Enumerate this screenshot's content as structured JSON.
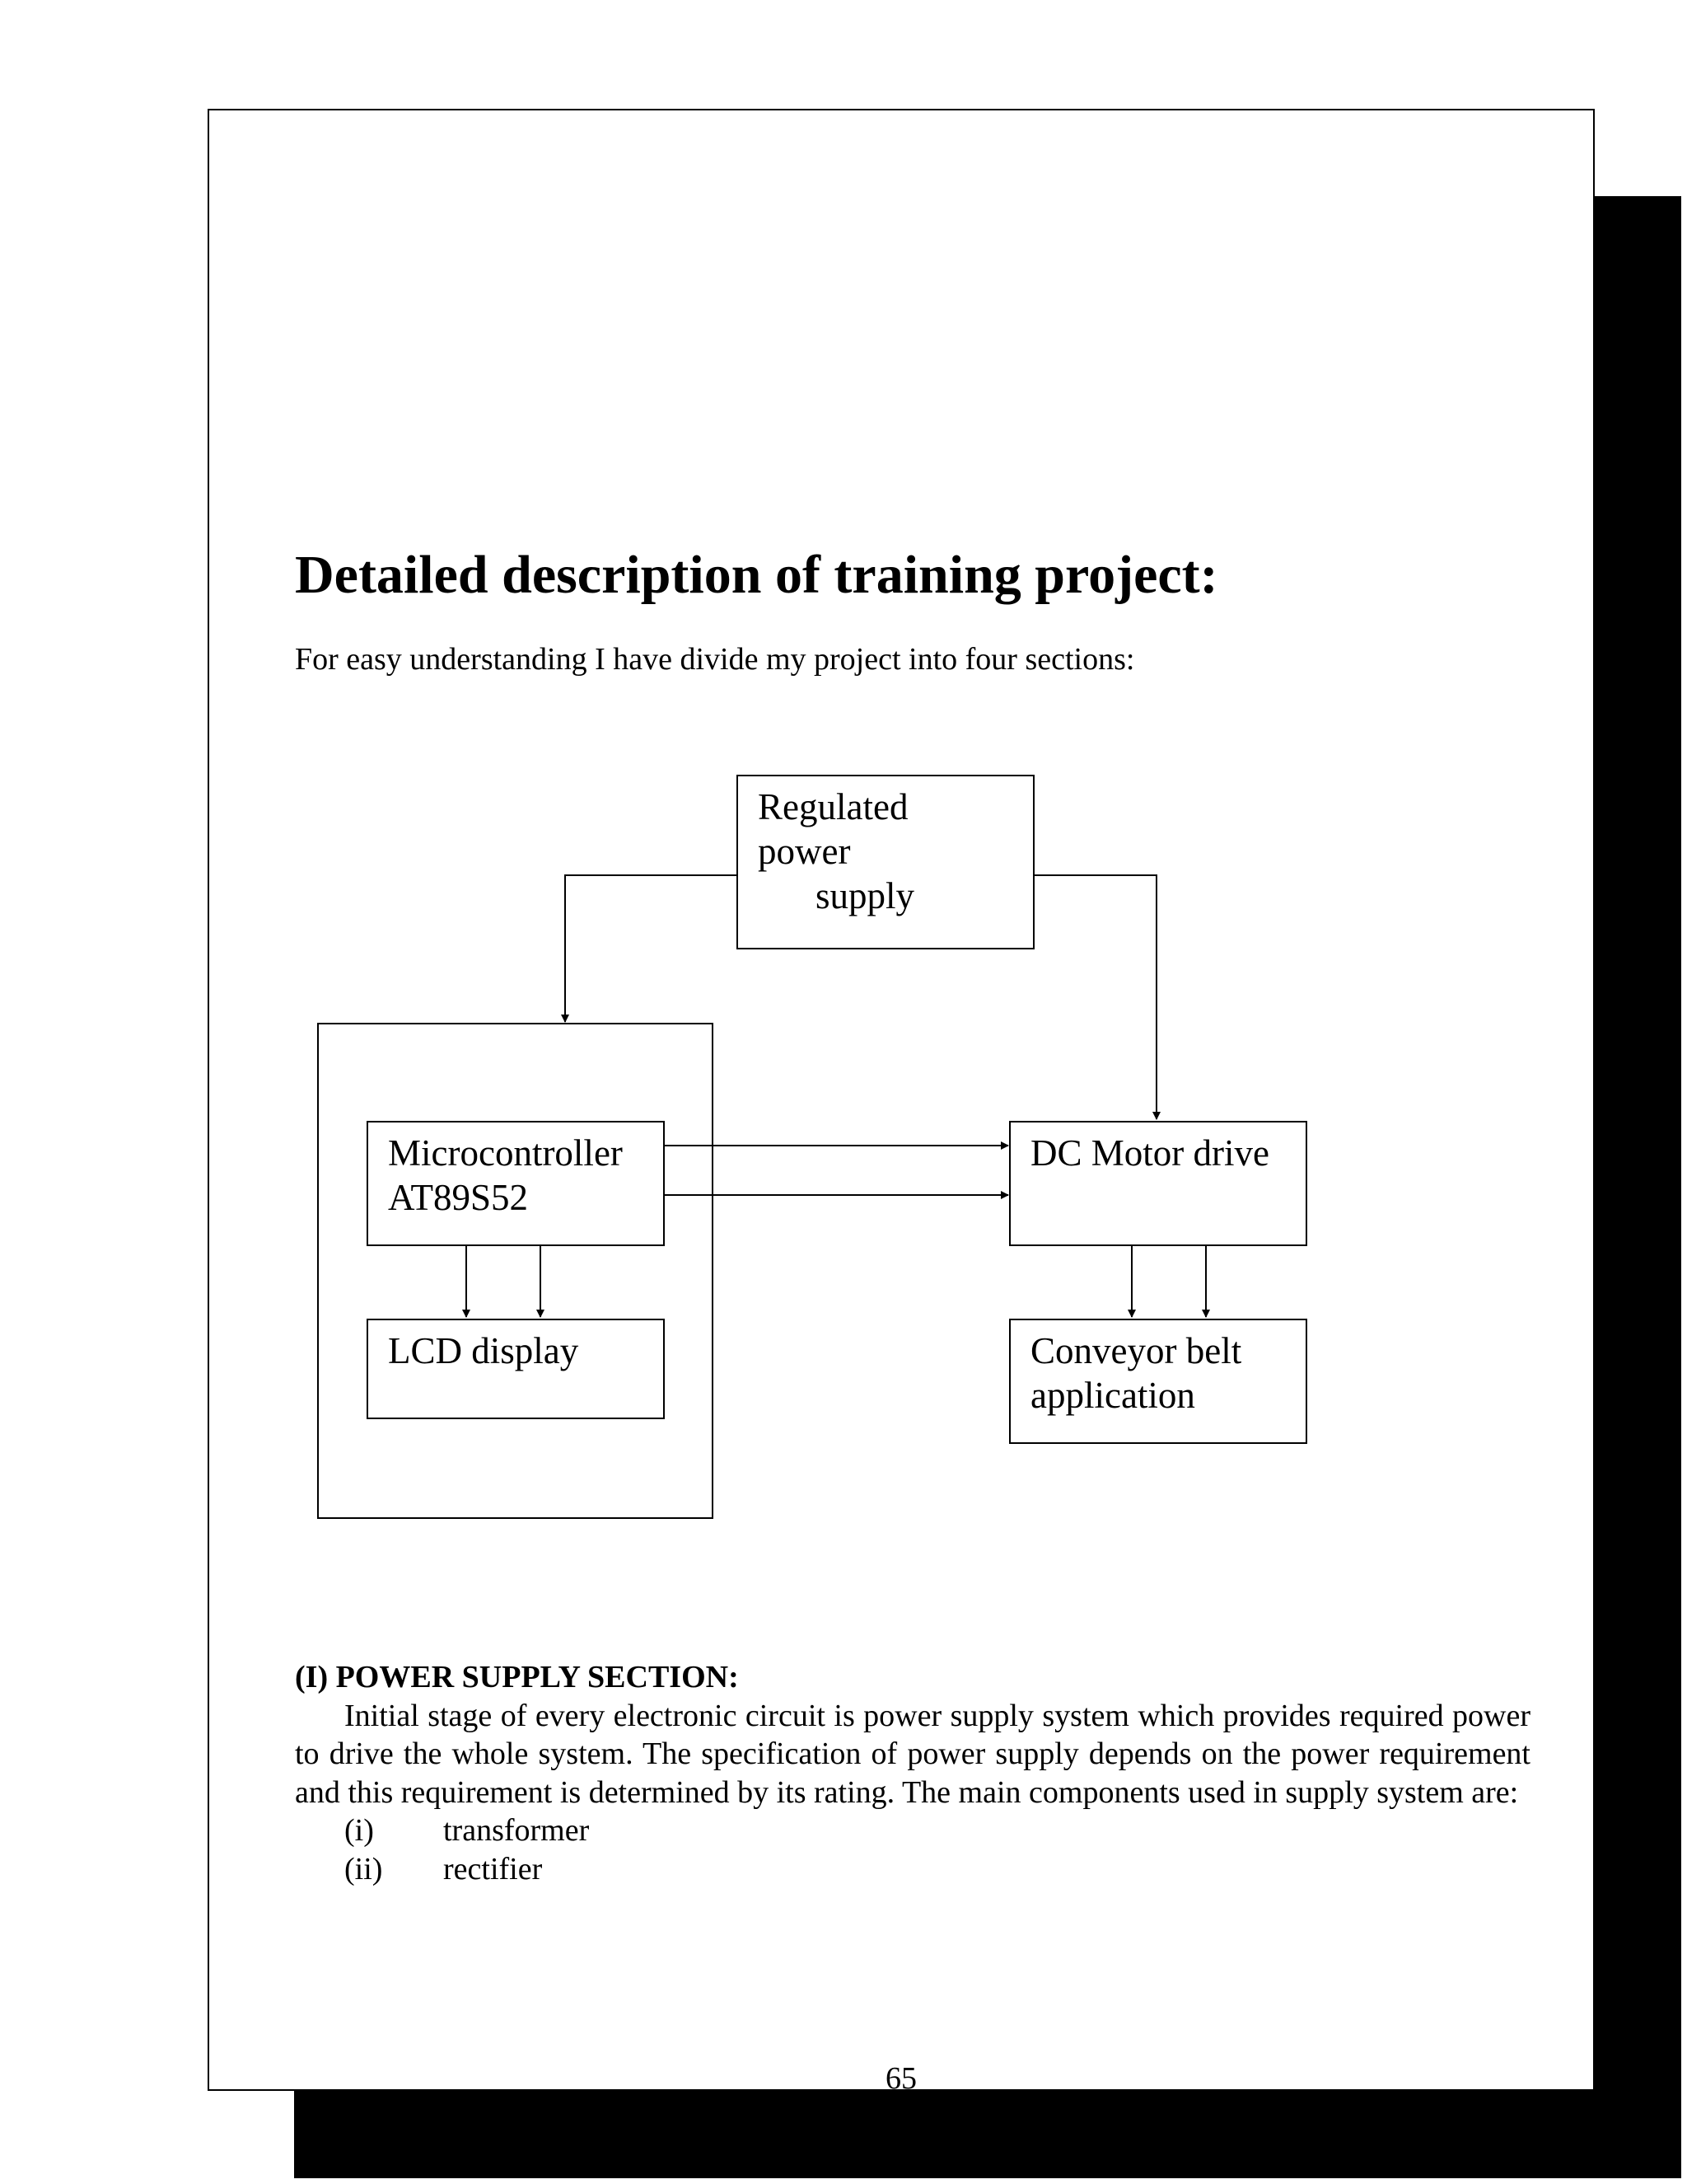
{
  "heading": "Detailed description of training project:",
  "intro": "For easy understanding I have divide my project into four sections:",
  "diagram": {
    "blocks": {
      "power_supply": [
        "Regulated",
        "power",
        "supply"
      ],
      "microcontroller": [
        "Microcontroller",
        "AT89S52"
      ],
      "lcd": [
        "LCD display"
      ],
      "motor_drive": [
        "DC Motor drive"
      ],
      "conveyor": [
        "Conveyor belt",
        "application"
      ]
    }
  },
  "section": {
    "title": "(I) POWER SUPPLY SECTION:",
    "paragraph": "Initial stage of every electronic circuit is power supply system which provides required power to drive the whole system. The specification of power supply depends on the power requirement and this requirement is determined by its rating. The main components used in supply system are:",
    "items": [
      {
        "num": "(i)",
        "text": "transformer"
      },
      {
        "num": "(ii)",
        "text": "rectifier"
      }
    ]
  },
  "page_number": "65"
}
